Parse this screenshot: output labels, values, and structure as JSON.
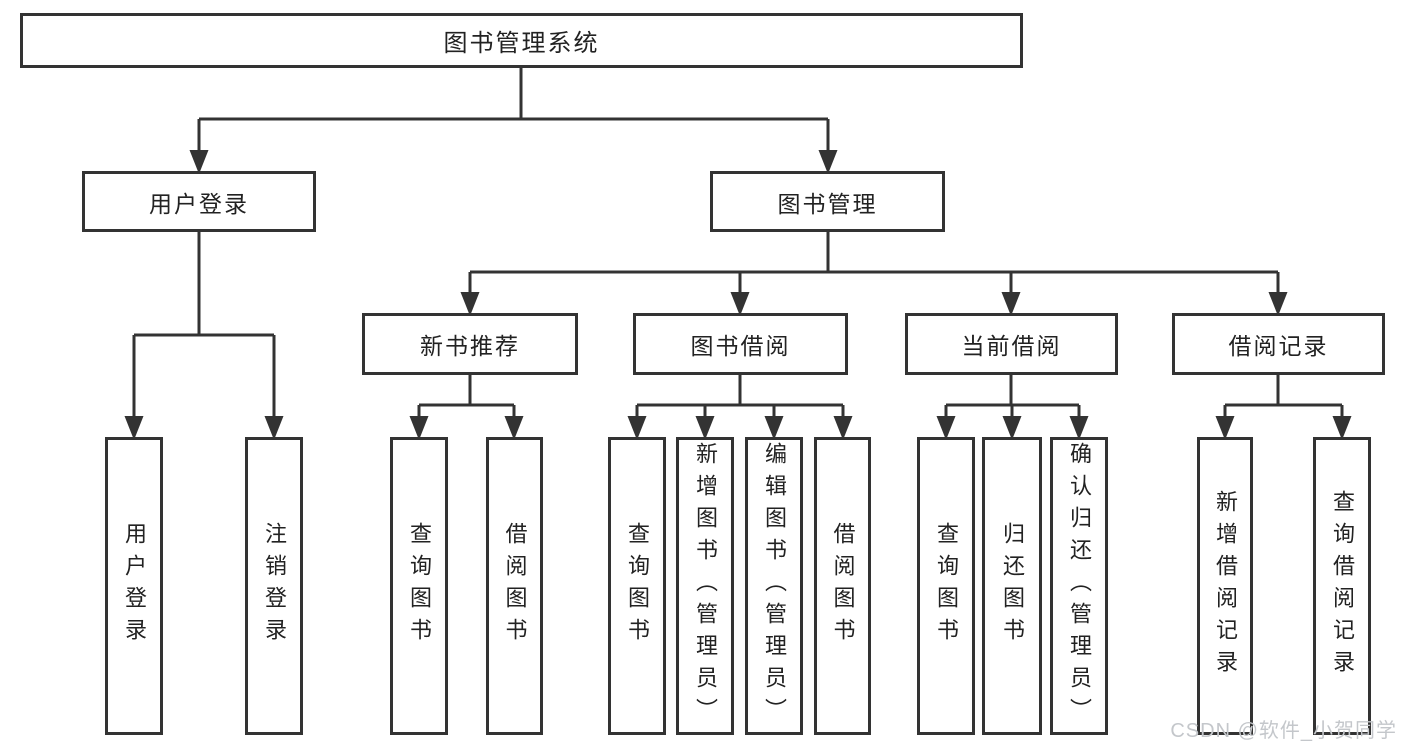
{
  "tree": {
    "label": "图书管理系统",
    "children": [
      {
        "label": "用户登录",
        "children": [
          {
            "label": "用户登录"
          },
          {
            "label": "注销登录"
          }
        ]
      },
      {
        "label": "图书管理",
        "children": [
          {
            "label": "新书推荐",
            "children": [
              {
                "label": "查询图书"
              },
              {
                "label": "借阅图书"
              }
            ]
          },
          {
            "label": "图书借阅",
            "children": [
              {
                "label": "查询图书"
              },
              {
                "label": "新增图书（管理员）"
              },
              {
                "label": "编辑图书（管理员）"
              },
              {
                "label": "借阅图书"
              }
            ]
          },
          {
            "label": "当前借阅",
            "children": [
              {
                "label": "查询图书"
              },
              {
                "label": "归还图书"
              },
              {
                "label": "确认归还（管理员）"
              }
            ]
          },
          {
            "label": "借阅记录",
            "children": [
              {
                "label": "新增借阅记录"
              },
              {
                "label": "查询借阅记录"
              }
            ]
          }
        ]
      }
    ]
  },
  "watermark": {
    "text": "CSDN @软件_小贺同学"
  },
  "colors": {
    "line": "#333333",
    "text": "#222222",
    "box_fill": "#ffffff",
    "background": "#ffffff",
    "watermark": "#c4c7cb"
  }
}
